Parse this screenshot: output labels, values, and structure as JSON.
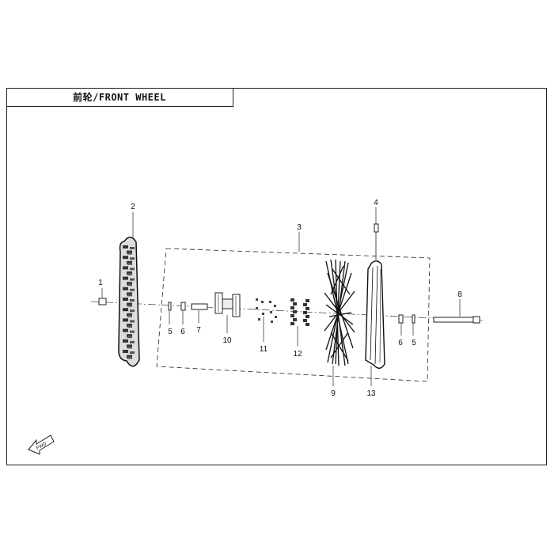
{
  "title": "前轮/FRONT WHEEL",
  "fwd_label": "FWD",
  "callouts": [
    "1",
    "2",
    "3",
    "4",
    "5",
    "6",
    "7",
    "10",
    "11",
    "12",
    "9",
    "13",
    "6",
    "5",
    "8"
  ],
  "colors": {
    "line": "#222222",
    "background": "#ffffff"
  }
}
